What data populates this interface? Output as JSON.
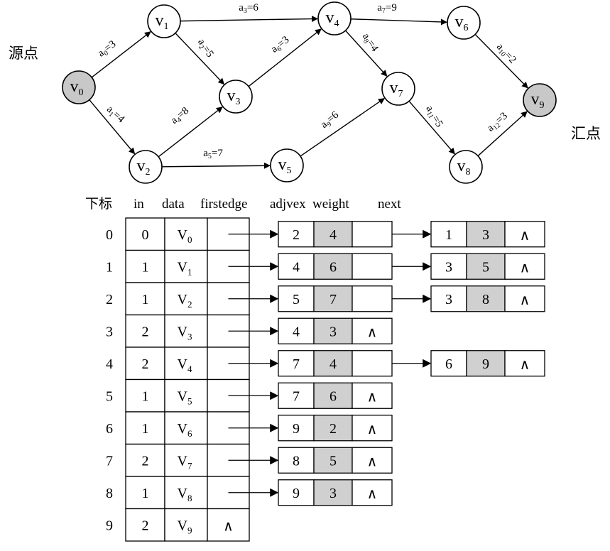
{
  "graph": {
    "source_label": "源点",
    "sink_label": "汇点",
    "nodes": [
      {
        "id": "v0",
        "letter": "v",
        "sub": "0",
        "highlight": true
      },
      {
        "id": "v1",
        "letter": "v",
        "sub": "1",
        "highlight": false
      },
      {
        "id": "v2",
        "letter": "v",
        "sub": "2",
        "highlight": false
      },
      {
        "id": "v3",
        "letter": "v",
        "sub": "3",
        "highlight": false
      },
      {
        "id": "v4",
        "letter": "v",
        "sub": "4",
        "highlight": false
      },
      {
        "id": "v5",
        "letter": "v",
        "sub": "5",
        "highlight": false
      },
      {
        "id": "v6",
        "letter": "v",
        "sub": "6",
        "highlight": false
      },
      {
        "id": "v7",
        "letter": "v",
        "sub": "7",
        "highlight": false
      },
      {
        "id": "v8",
        "letter": "v",
        "sub": "8",
        "highlight": false
      },
      {
        "id": "v9",
        "letter": "v",
        "sub": "9",
        "highlight": true
      }
    ],
    "edges": [
      {
        "from": "v0",
        "to": "v1",
        "name": "a",
        "sub": "0",
        "weight": "3"
      },
      {
        "from": "v0",
        "to": "v2",
        "name": "a",
        "sub": "1",
        "weight": "4"
      },
      {
        "from": "v1",
        "to": "v3",
        "name": "a",
        "sub": "2",
        "weight": "5"
      },
      {
        "from": "v1",
        "to": "v4",
        "name": "a",
        "sub": "3",
        "weight": "6"
      },
      {
        "from": "v2",
        "to": "v3",
        "name": "a",
        "sub": "4",
        "weight": "8"
      },
      {
        "from": "v2",
        "to": "v5",
        "name": "a",
        "sub": "5",
        "weight": "7"
      },
      {
        "from": "v3",
        "to": "v4",
        "name": "a",
        "sub": "6",
        "weight": "3"
      },
      {
        "from": "v4",
        "to": "v6",
        "name": "a",
        "sub": "7",
        "weight": "9"
      },
      {
        "from": "v4",
        "to": "v7",
        "name": "a",
        "sub": "8",
        "weight": "4"
      },
      {
        "from": "v5",
        "to": "v7",
        "name": "a",
        "sub": "9",
        "weight": "6"
      },
      {
        "from": "v6",
        "to": "v9",
        "name": "a",
        "sub": "10",
        "weight": "2"
      },
      {
        "from": "v7",
        "to": "v8",
        "name": "a",
        "sub": "11",
        "weight": "5"
      },
      {
        "from": "v8",
        "to": "v9",
        "name": "a",
        "sub": "12",
        "weight": "3"
      }
    ]
  },
  "table": {
    "headers": {
      "index": "下标",
      "in": "in",
      "data": "data",
      "firstedge": "firstedge",
      "adjvex": "adjvex",
      "weight": "weight",
      "next": "next"
    },
    "null_symbol": "∧",
    "rows": [
      {
        "index": "0",
        "in": "0",
        "data": "V",
        "data_sub": "0",
        "edges": [
          {
            "adjvex": "2",
            "weight": "4"
          },
          {
            "adjvex": "1",
            "weight": "3"
          }
        ]
      },
      {
        "index": "1",
        "in": "1",
        "data": "V",
        "data_sub": "1",
        "edges": [
          {
            "adjvex": "4",
            "weight": "6"
          },
          {
            "adjvex": "3",
            "weight": "5"
          }
        ]
      },
      {
        "index": "2",
        "in": "1",
        "data": "V",
        "data_sub": "2",
        "edges": [
          {
            "adjvex": "5",
            "weight": "7"
          },
          {
            "adjvex": "3",
            "weight": "8"
          }
        ]
      },
      {
        "index": "3",
        "in": "2",
        "data": "V",
        "data_sub": "3",
        "edges": [
          {
            "adjvex": "4",
            "weight": "3"
          }
        ]
      },
      {
        "index": "4",
        "in": "2",
        "data": "V",
        "data_sub": "4",
        "edges": [
          {
            "adjvex": "7",
            "weight": "4"
          },
          {
            "adjvex": "6",
            "weight": "9"
          }
        ]
      },
      {
        "index": "5",
        "in": "1",
        "data": "V",
        "data_sub": "5",
        "edges": [
          {
            "adjvex": "7",
            "weight": "6"
          }
        ]
      },
      {
        "index": "6",
        "in": "1",
        "data": "V",
        "data_sub": "6",
        "edges": [
          {
            "adjvex": "9",
            "weight": "2"
          }
        ]
      },
      {
        "index": "7",
        "in": "2",
        "data": "V",
        "data_sub": "7",
        "edges": [
          {
            "adjvex": "8",
            "weight": "5"
          }
        ]
      },
      {
        "index": "8",
        "in": "1",
        "data": "V",
        "data_sub": "8",
        "edges": [
          {
            "adjvex": "9",
            "weight": "3"
          }
        ]
      },
      {
        "index": "9",
        "in": "2",
        "data": "V",
        "data_sub": "9",
        "edges": []
      }
    ]
  },
  "colors": {
    "highlight_fill": "#c8c8c8",
    "weight_fill": "#d0d0d0",
    "stroke": "#000000",
    "background": "#ffffff"
  }
}
